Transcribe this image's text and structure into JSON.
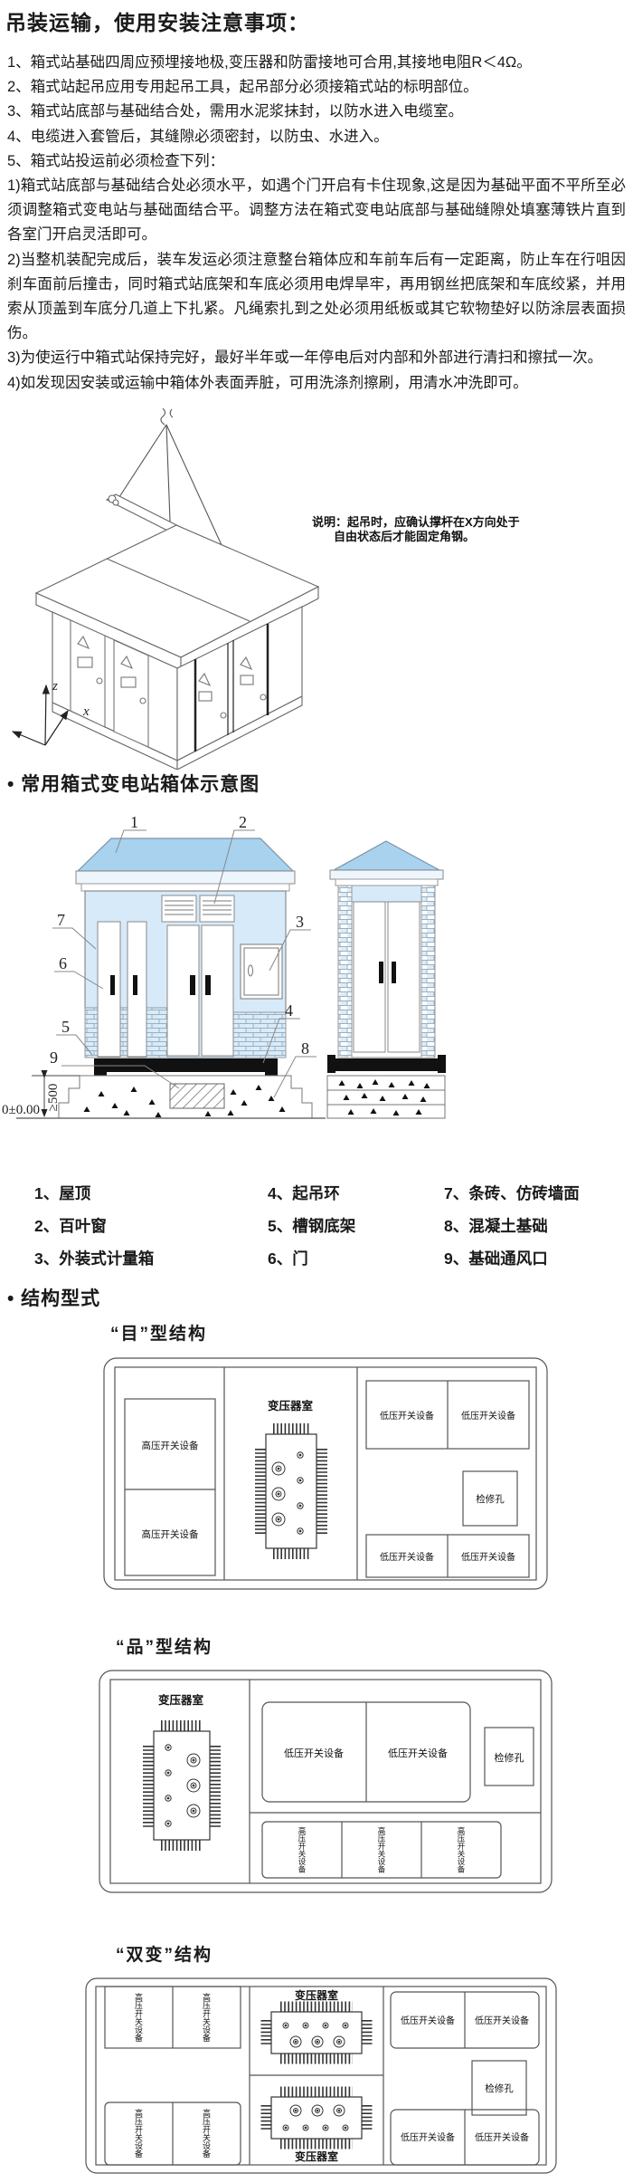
{
  "page": {
    "title": "吊装运输，使用安装注意事项："
  },
  "notes": {
    "items": [
      "1、箱式站基础四周应预埋接地极,变压器和防雷接地可合用,其接地电阻R＜4Ω。",
      "2、箱式站起吊应用专用起吊工具，起吊部分必须接箱式站的标明部位。",
      "3、箱式站底部与基础结合处，需用水泥浆抹封，以防水进入电缆室。",
      "4、电缆进入套管后，其缝隙必须密封，以防虫、水进入。",
      "5、箱式站投运前必须检查下列："
    ],
    "sub_items": [
      "1)箱式站底部与基础结合处必须水平，如遇个门开启有卡住现象,这是因为基础平面不平所至必须调整箱式变电站与基础面结合平。调整方法在箱式变电站底部与基础缝隙处填塞薄铁片直到各室门开启灵活即可。",
      "2)当整机装配完成后，装车发运必须注意整台箱体应和车前车后有一定距离，防止车在行咀因刹车面前后撞击，同时箱式站底架和车底必须用电焊旱牢，再用钢丝把底架和车底绞紧，并用索从顶盖到车底分几道上下扎紧。凡绳索扎到之处必须用纸板或其它软物垫好以防涂层表面损伤。",
      "3)为使运行中箱式站保持完好，最好半年或一年停电后对内部和外部进行清扫和擦拭一次。",
      "4)如发现因安装或运输中箱体外表面弄脏，可用洗涤剂擦刷，用清水冲洗即可。"
    ]
  },
  "hoisting": {
    "note_line1": "说明：起吊时，应确认撑杆在X方向处于",
    "note_line2": "自由状态后才能固定角钢。",
    "axis_z": "z",
    "axis_x": "x"
  },
  "schematic": {
    "heading": "• 常用箱式变电站箱体示意图",
    "callouts": [
      "1",
      "2",
      "3",
      "4",
      "5",
      "6",
      "7",
      "8",
      "9"
    ],
    "dim_height": "≥500",
    "dim_level": "0±0.00",
    "legend": [
      {
        "num": "1、",
        "label": "屋顶"
      },
      {
        "num": "2、",
        "label": "百叶窗"
      },
      {
        "num": "3、",
        "label": "外装式计量箱"
      },
      {
        "num": "4、",
        "label": "起吊环"
      },
      {
        "num": "5、",
        "label": "槽钢底架"
      },
      {
        "num": "6、",
        "label": "门"
      },
      {
        "num": "7、",
        "label": "条砖、仿砖墙面"
      },
      {
        "num": "8、",
        "label": "混凝土基础"
      },
      {
        "num": "9、",
        "label": "基础通风口"
      }
    ]
  },
  "structures": {
    "heading": "• 结构型式",
    "mu_title": "“目”型结构",
    "pin_title": "“品”型结构",
    "double_title": "“双变”结构",
    "labels": {
      "transformer_room": "变压器室",
      "hv": "高压开关设备",
      "lv": "低压开关设备",
      "hatch": "检修孔"
    }
  },
  "colors": {
    "roof": "#a9d2ee",
    "wall": "#d7eafa",
    "line": "#666666",
    "base": "#111111"
  }
}
